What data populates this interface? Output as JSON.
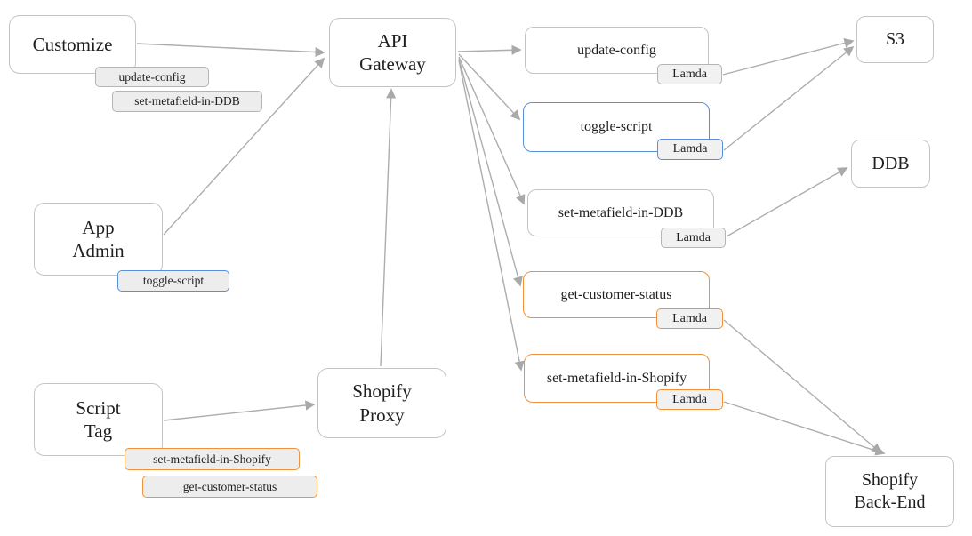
{
  "diagram": {
    "type": "architecture-flow",
    "colors": {
      "accent_blue": "#5b8fd9",
      "accent_orange": "#f0923d",
      "node_border_gray": "#c4c4c4",
      "label_fill": "#ededed",
      "arrow_gray": "#a9a9a9"
    },
    "nodes": {
      "customize": {
        "label": "Customize"
      },
      "app_admin": {
        "label": "App\nAdmin"
      },
      "script_tag": {
        "label": "Script\nTag"
      },
      "api_gateway": {
        "label": "API\nGateway"
      },
      "shopify_proxy": {
        "label": "Shopify\nProxy"
      },
      "s3": {
        "label": "S3"
      },
      "ddb": {
        "label": "DDB"
      },
      "shopify_backend": {
        "label": "Shopify\nBack-End"
      },
      "fn_update_config": {
        "label": "update-config",
        "tag": "Lamda"
      },
      "fn_toggle_script": {
        "label": "toggle-script",
        "tag": "Lamda"
      },
      "fn_set_metafield_in_ddb": {
        "label": "set-metafield-in-DDB",
        "tag": "Lamda"
      },
      "fn_get_customer_status": {
        "label": "get-customer-status",
        "tag": "Lamda"
      },
      "fn_set_metafield_in_shopify": {
        "label": "set-metafield-in-Shopify",
        "tag": "Lamda"
      }
    },
    "attached_labels": {
      "customize": [
        "update-config",
        "set-metafield-in-DDB"
      ],
      "app_admin": [
        "toggle-script"
      ],
      "script_tag": [
        "set-metafield-in-Shopify",
        "get-customer-status"
      ]
    },
    "edges": [
      {
        "from": "Customize",
        "to": "API Gateway"
      },
      {
        "from": "App Admin",
        "to": "API Gateway"
      },
      {
        "from": "Script Tag",
        "to": "Shopify Proxy"
      },
      {
        "from": "Shopify Proxy",
        "to": "API Gateway"
      },
      {
        "from": "API Gateway",
        "to": "update-config"
      },
      {
        "from": "API Gateway",
        "to": "toggle-script"
      },
      {
        "from": "API Gateway",
        "to": "set-metafield-in-DDB"
      },
      {
        "from": "API Gateway",
        "to": "get-customer-status"
      },
      {
        "from": "API Gateway",
        "to": "set-metafield-in-Shopify"
      },
      {
        "from": "update-config",
        "to": "S3"
      },
      {
        "from": "toggle-script",
        "to": "S3"
      },
      {
        "from": "set-metafield-in-DDB",
        "to": "DDB"
      },
      {
        "from": "get-customer-status",
        "to": "Shopify Back-End"
      },
      {
        "from": "set-metafield-in-Shopify",
        "to": "Shopify Back-End"
      }
    ]
  }
}
